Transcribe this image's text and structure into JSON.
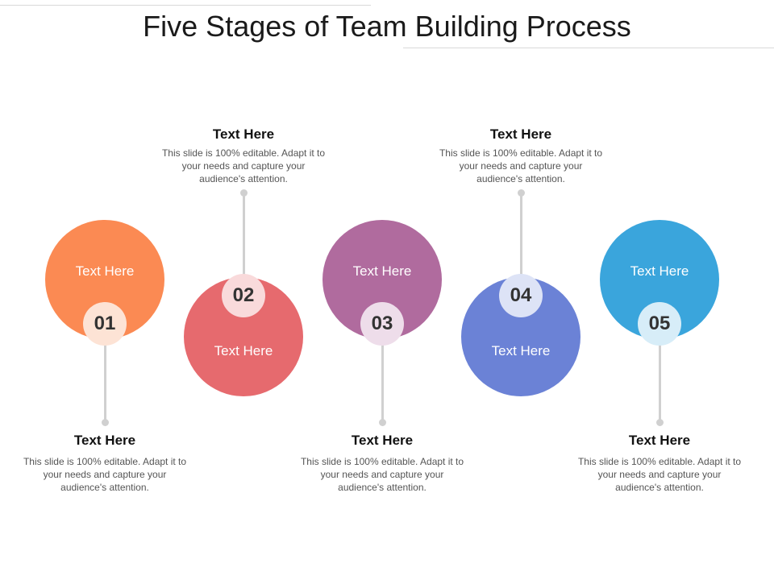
{
  "title": "Five Stages of Team Building Process",
  "stages": [
    {
      "number": "01",
      "circle_label": "Text Here",
      "heading": "Text Here",
      "description": "This slide is 100% editable. Adapt it to your needs and capture your audience's attention.",
      "color": "#FB8A53",
      "badge_color": "#FDE3D5"
    },
    {
      "number": "02",
      "circle_label": "Text Here",
      "heading": "Text Here",
      "description": "This slide is 100% editable. Adapt it to your needs and capture your audience's attention.",
      "color": "#E66A6E",
      "badge_color": "#F9DADB"
    },
    {
      "number": "03",
      "circle_label": "Text Here",
      "heading": "Text Here",
      "description": "This slide is 100% editable. Adapt it to your needs and capture your audience's attention.",
      "color": "#B06B9E",
      "badge_color": "#EEDDEA"
    },
    {
      "number": "04",
      "circle_label": "Text Here",
      "heading": "Text Here",
      "description": "This slide is 100% editable. Adapt it to your needs and capture your audience's attention.",
      "color": "#6B82D6",
      "badge_color": "#DDE3F6"
    },
    {
      "number": "05",
      "circle_label": "Text Here",
      "heading": "Text Here",
      "description": "This slide is 100% editable. Adapt it to your needs and capture your audience's attention.",
      "color": "#3AA5DC",
      "badge_color": "#D7EDF8"
    }
  ]
}
